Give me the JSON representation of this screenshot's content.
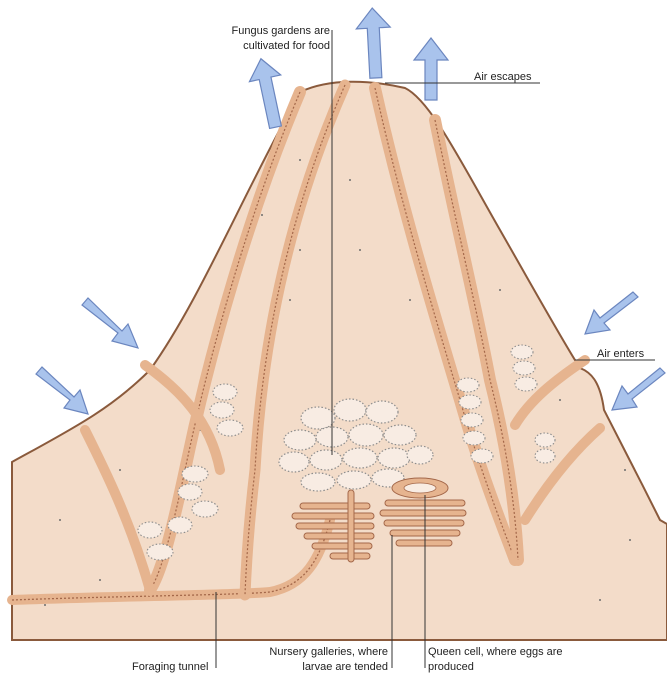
{
  "colors": {
    "mound_fill": "#f3dcc9",
    "tunnel_fill": "#e6b48f",
    "tunnel_edge": "#a4684a",
    "arrow_fill": "#a9c3ec",
    "arrow_edge": "#6b86bf",
    "chamber_stroke": "#8c8c8c",
    "leader_line": "#333333"
  },
  "icons": [
    "air-in-arrow-icon",
    "air-out-arrow-icon"
  ],
  "labels": {
    "fungus_line1": "Fungus gardens are",
    "fungus_line2": "cultivated for food",
    "air_escapes": "Air escapes",
    "air_enters": "Air enters",
    "foraging": "Foraging tunnel",
    "nursery_line1": "Nursery galleries, where",
    "nursery_line2": "larvae are tended",
    "queen_line1": "Queen cell, where eggs are",
    "queen_line2": "produced"
  }
}
